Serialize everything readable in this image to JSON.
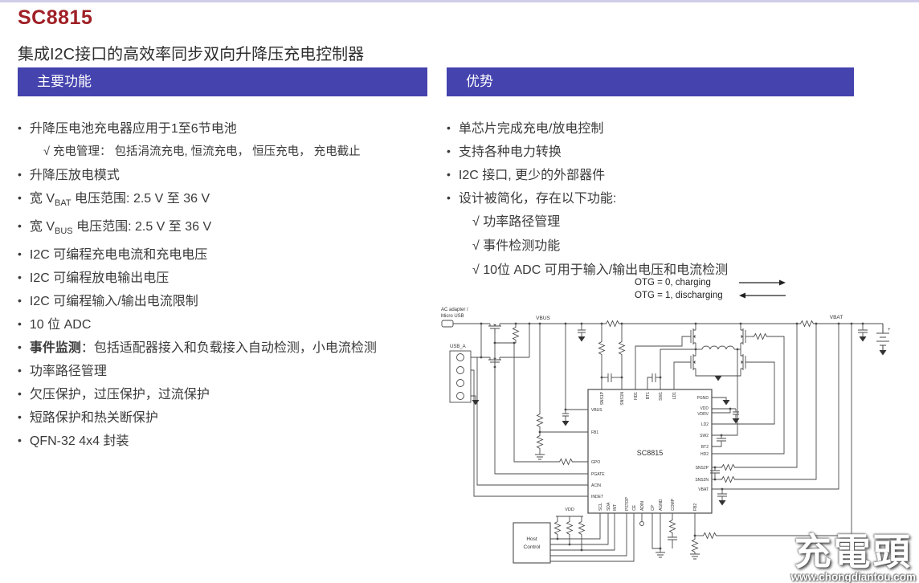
{
  "page": {
    "title": "SC8815",
    "subtitle": "集成I2C接口的高效率同步双向升降压充电控制器"
  },
  "features": {
    "header": "主要功能",
    "items": [
      {
        "text": "升降压电池充电器应用于1至6节电池",
        "subs": [
          "√ 充电管理：  包括涓流充电, 恒流充电， 恒压充电， 充电截止"
        ]
      },
      {
        "text": "升降压放电模式"
      },
      {
        "text": "宽 V{BAT} 电压范围: 2.5 V 至 36 V"
      },
      {
        "text": "宽 V{BUS} 电压范围: 2.5 V 至 36 V"
      },
      {
        "text": "I2C 可编程充电电流和充电电压"
      },
      {
        "text": "I2C 可编程放电输出电压"
      },
      {
        "text": "I2C 可编程输入/输出电流限制"
      },
      {
        "text": "10 位 ADC"
      },
      {
        "text": "**事件监测**：包括适配器接入和负载接入自动检测，小电流检测"
      },
      {
        "text": "功率路径管理"
      },
      {
        "text": "欠压保护，过压保护，过流保护"
      },
      {
        "text": "短路保护和热关断保护"
      },
      {
        "text": "QFN-32 4x4 封装"
      }
    ]
  },
  "advantages": {
    "header": "优势",
    "items": [
      {
        "text": "单芯片完成充电/放电控制"
      },
      {
        "text": "支持各种电力转换"
      },
      {
        "text": "I2C 接口, 更少的外部器件"
      },
      {
        "text": "设计被简化，存在以下功能:",
        "subs": [
          "√ 功率路径管理",
          "√ 事件检测功能",
          "√ 10位 ADC 可用于输入/输出电压和电流检测"
        ]
      }
    ]
  },
  "diagram": {
    "otg": [
      {
        "label": "OTG  = 0, charging",
        "dir": "right"
      },
      {
        "label": "OTG = 1, discharging",
        "dir": "left"
      }
    ],
    "labels": {
      "ac_adapter_line1": "AC adapter /",
      "ac_adapter_line2": "Micro USB",
      "usb": "USB_A",
      "vbus": "VBUS",
      "vbat": "VBAT",
      "vdd": "VDD",
      "battery_plus": "+"
    },
    "chip": {
      "name": "SC8815",
      "pins": {
        "top": [
          "SNS1P",
          "SNS1N",
          "HD1",
          "BT1",
          "SW1",
          "LD1"
        ],
        "left": [
          "VBUS",
          "FB1",
          "GPO",
          "PGATE",
          "ACIN",
          "INDET"
        ],
        "bottom": [
          "SCL",
          "SDA",
          "INT",
          "PSTOP",
          "CE",
          "ADIN",
          "CP",
          "AGND",
          "COMP",
          "FB2"
        ],
        "right": [
          "PGND",
          "VDD",
          "VDRV",
          "LD2",
          "SW2",
          "BT2",
          "HD2",
          "SNS2P",
          "SNS2N",
          "VBAT"
        ]
      }
    },
    "host": {
      "line1": "Host",
      "line2": "Control"
    }
  },
  "watermark": {
    "logo": "充電頭",
    "url": "www.chongdiantou.com"
  },
  "colors": {
    "accent": "#4543ae",
    "title": "#9f2026"
  }
}
